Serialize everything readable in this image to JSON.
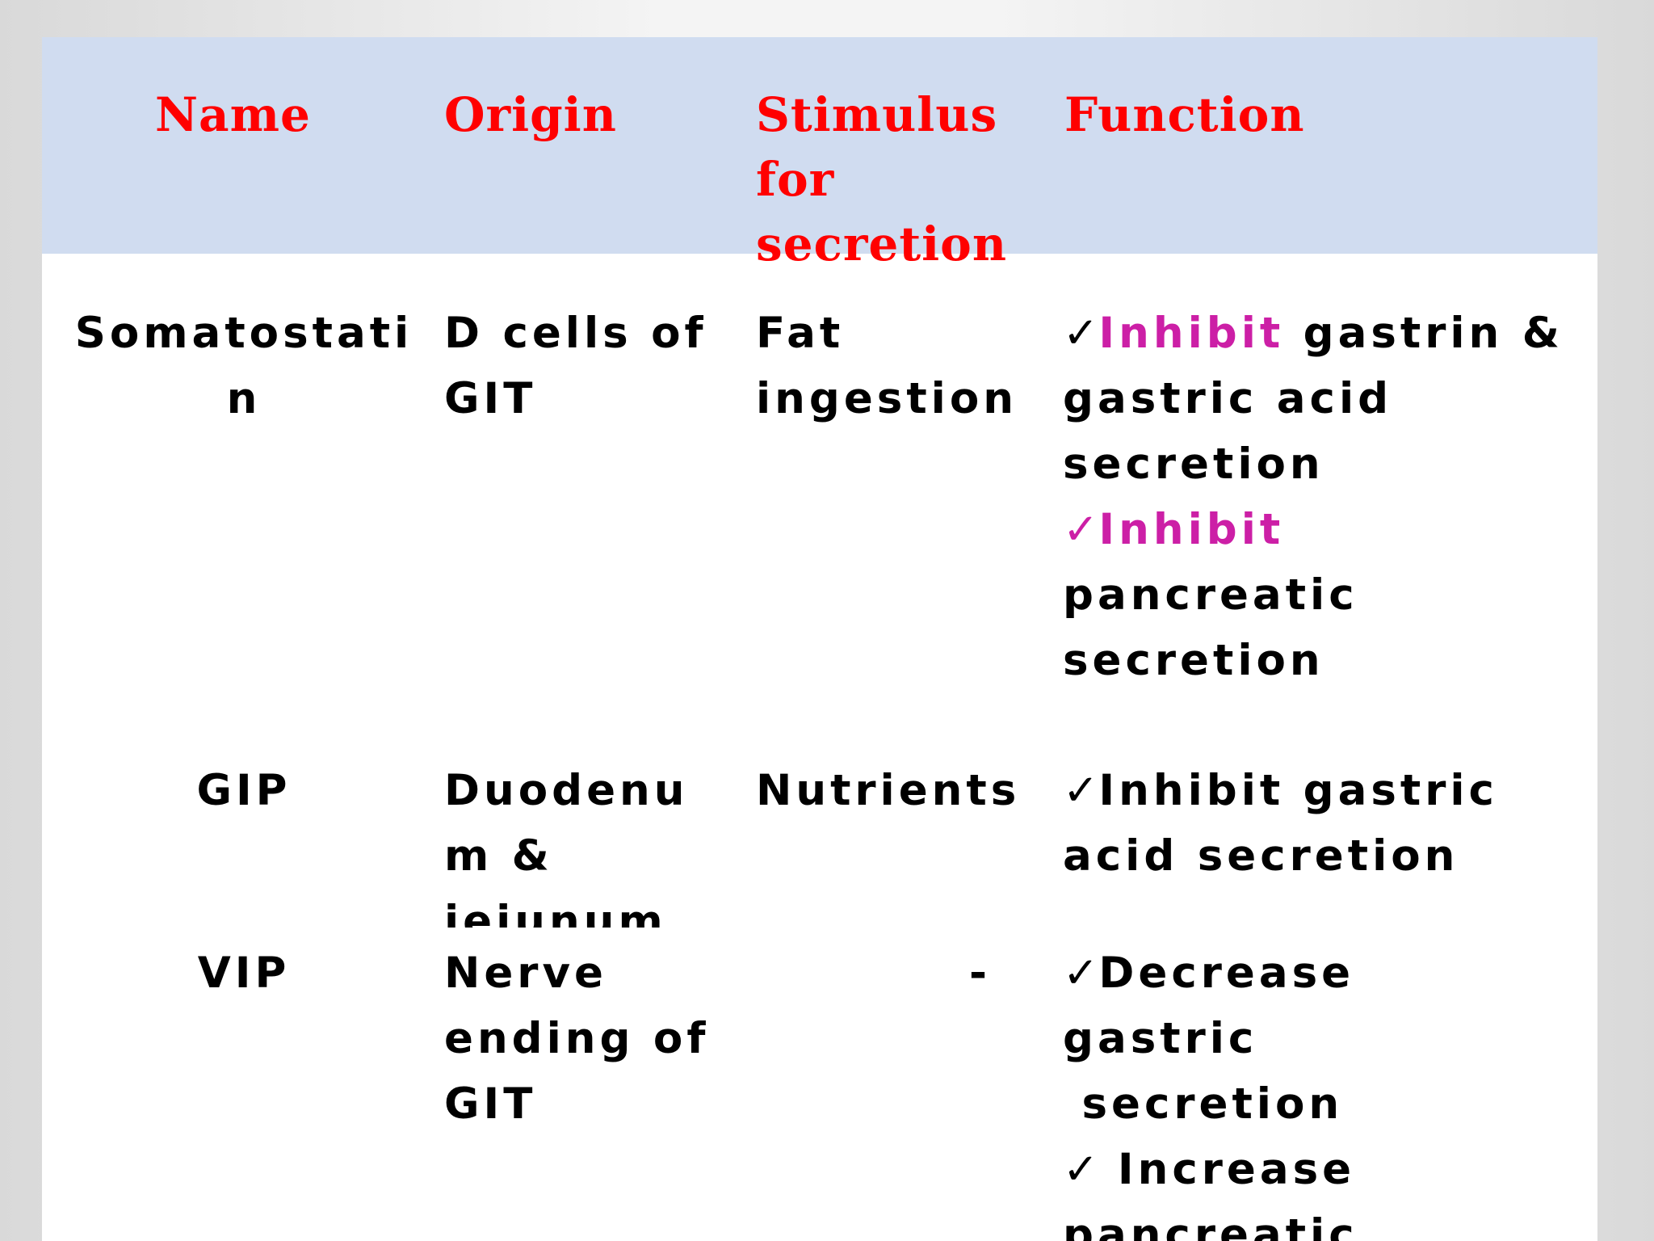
{
  "table": {
    "headers": {
      "name": "Name",
      "origin": "Origin",
      "stimulus_line1": "Stimulus",
      "stimulus_line2": "for",
      "stimulus_line3": "secretion",
      "function": "Function"
    },
    "check_mark": "✓",
    "rows": [
      {
        "name_line1": "Somatostati",
        "name_line2": "n",
        "origin_line1": "D cells of",
        "origin_line2": "GIT",
        "stimulus_line1": "Fat",
        "stimulus_line2": "ingestion",
        "function": {
          "item1_highlight": "Inhibit",
          "item1_rest": " gastrin &",
          "item1_line2": "gastric acid",
          "item1_line3": "secretion",
          "item2_highlight": "Inhibit",
          "item2_line2": "pancreatic",
          "item2_line3": "secretion"
        }
      },
      {
        "name": "GIP",
        "origin_line1": "Duodenu",
        "origin_line2": "m &",
        "origin_line3": "jejunum",
        "stimulus": "Nutrients",
        "function": {
          "item1_line1": "Inhibit gastric",
          "item1_line2": "acid secretion"
        }
      },
      {
        "name": "VIP",
        "origin_line1": "Nerve",
        "origin_line2": "ending of",
        "origin_line3": "GIT",
        "stimulus": "-",
        "function": {
          "item1_line1": "Decrease",
          "item1_line2": "gastric",
          "item1_line3": " secretion",
          "item2_line1": " Increase",
          "item2_line2": "pancreatic"
        }
      }
    ]
  },
  "colors": {
    "header_background": "#d0dcf0",
    "header_text": "#ff0000",
    "highlight_text": "#cc1fa6",
    "body_text": "#000000"
  }
}
